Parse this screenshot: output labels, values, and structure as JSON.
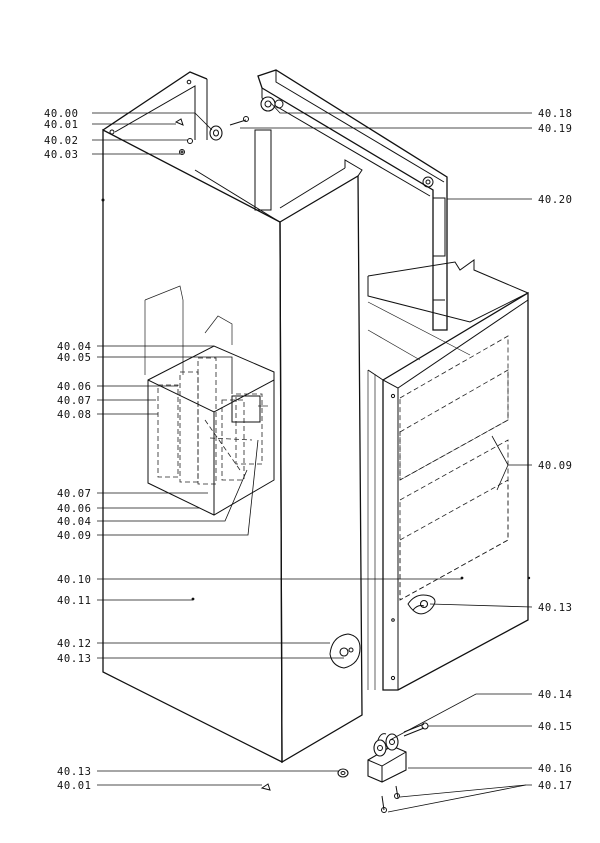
{
  "callouts": {
    "left": [
      {
        "id": "c-40-00",
        "label": "40.00"
      },
      {
        "id": "c-40-01a",
        "label": "40.01"
      },
      {
        "id": "c-40-02",
        "label": "40.02"
      },
      {
        "id": "c-40-03",
        "label": "40.03"
      },
      {
        "id": "c-40-04a",
        "label": "40.04"
      },
      {
        "id": "c-40-05",
        "label": "40.05"
      },
      {
        "id": "c-40-06a",
        "label": "40.06"
      },
      {
        "id": "c-40-07a",
        "label": "40.07"
      },
      {
        "id": "c-40-08",
        "label": "40.08"
      },
      {
        "id": "c-40-07b",
        "label": "40.07"
      },
      {
        "id": "c-40-06b",
        "label": "40.06"
      },
      {
        "id": "c-40-04b",
        "label": "40.04"
      },
      {
        "id": "c-40-09a",
        "label": "40.09"
      },
      {
        "id": "c-40-10",
        "label": "40.10"
      },
      {
        "id": "c-40-11",
        "label": "40.11"
      },
      {
        "id": "c-40-12",
        "label": "40.12"
      },
      {
        "id": "c-40-13a",
        "label": "40.13"
      },
      {
        "id": "c-40-13c",
        "label": "40.13"
      },
      {
        "id": "c-40-01b",
        "label": "40.01"
      }
    ],
    "right": [
      {
        "id": "c-40-18",
        "label": "40.18"
      },
      {
        "id": "c-40-19",
        "label": "40.19"
      },
      {
        "id": "c-40-20",
        "label": "40.20"
      },
      {
        "id": "c-40-09b",
        "label": "40.09"
      },
      {
        "id": "c-40-13b",
        "label": "40.13"
      },
      {
        "id": "c-40-14",
        "label": "40.14"
      },
      {
        "id": "c-40-15",
        "label": "40.15"
      },
      {
        "id": "c-40-16",
        "label": "40.16"
      },
      {
        "id": "c-40-17",
        "label": "40.17"
      }
    ]
  }
}
